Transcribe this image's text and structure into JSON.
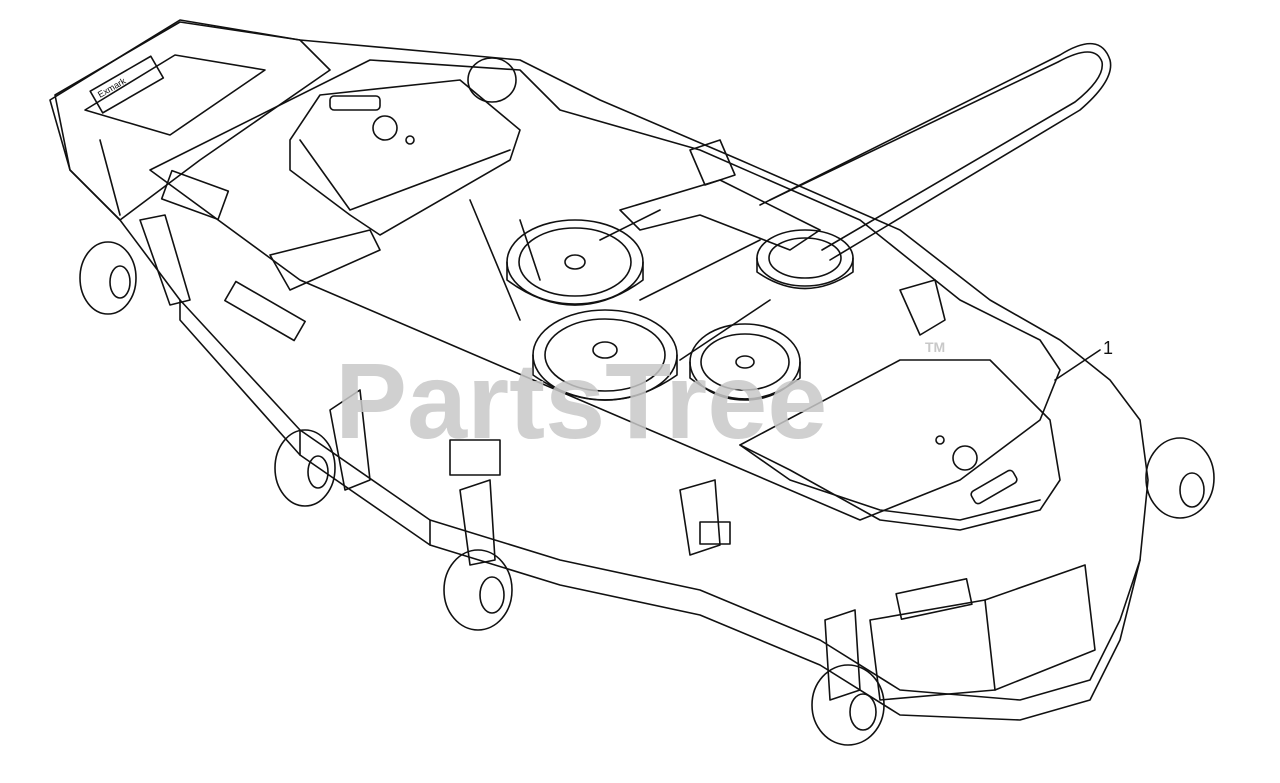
{
  "watermark": {
    "text": "PartsTree",
    "trademark": "TM",
    "color": "#c8c8c8"
  },
  "callouts": [
    {
      "number": "1"
    }
  ],
  "deck_brand_text": "Exmark",
  "colors": {
    "line": "#111111",
    "background": "#ffffff"
  }
}
